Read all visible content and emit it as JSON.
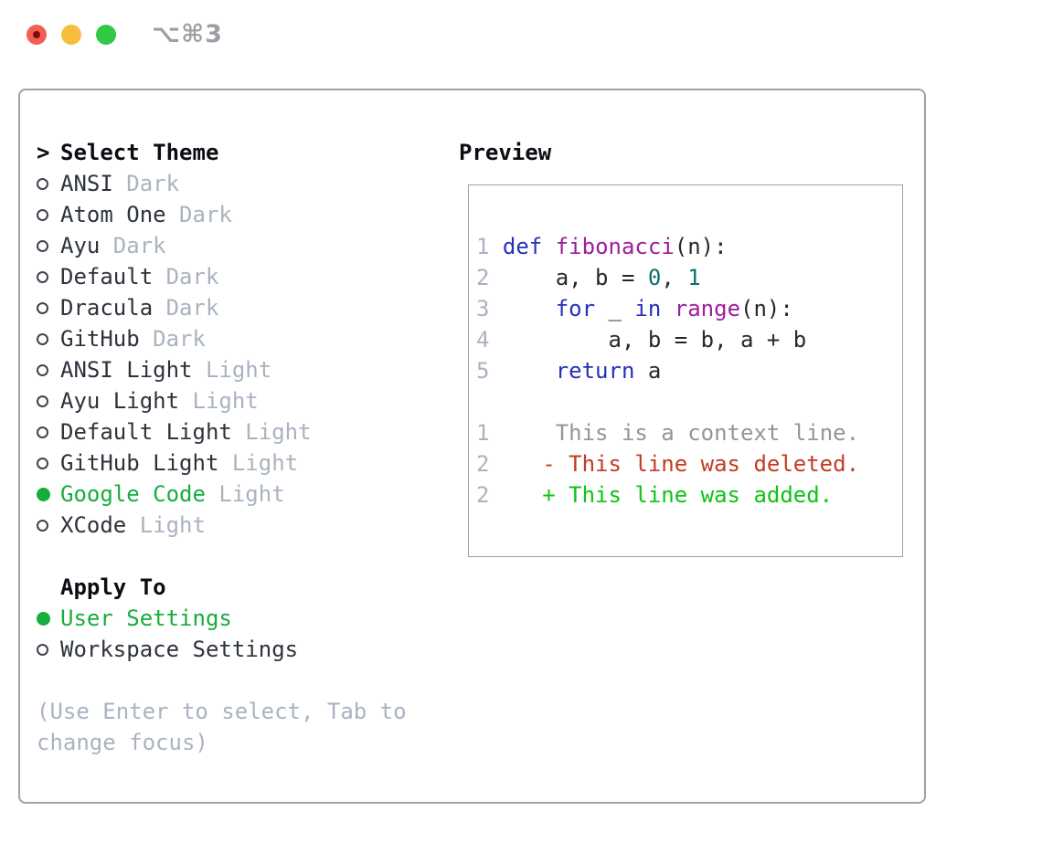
{
  "colors": {
    "window-bg": "#ffffff",
    "panel-border": "#9aa3ad",
    "text-primary": "#2d333c",
    "text-heading": "#0a0d12",
    "text-muted": "#a9b3c0",
    "radio-outline": "#3d444d",
    "selection-green": "#17ad3c",
    "diff-add-green": "#0ec414",
    "diff-del-red": "#c53b22",
    "diff-context-gray": "#8f969e",
    "code-keyword": "#2531b8",
    "code-function": "#9c1f9e",
    "code-literal": "#0e6e6e",
    "code-plain": "#24292e",
    "line-number": "#a9b3c0",
    "titlebar-text": "#9aa0a6"
  },
  "titlebar": {
    "shortcut_label": "⌥⌘3",
    "buttons": [
      {
        "name": "close",
        "color": "#f35e52",
        "dot_color": "#7e0c0c"
      },
      {
        "name": "minimize",
        "color": "#f7bd3b"
      },
      {
        "name": "zoom",
        "color": "#33c748"
      }
    ]
  },
  "theme_selector": {
    "heading_prefix": ">",
    "heading": "Select Theme",
    "themes": [
      {
        "label": "ANSI",
        "variant": "Dark",
        "selected": false
      },
      {
        "label": "Atom One",
        "variant": "Dark",
        "selected": false
      },
      {
        "label": "Ayu",
        "variant": "Dark",
        "selected": false
      },
      {
        "label": "Default",
        "variant": "Dark",
        "selected": false
      },
      {
        "label": "Dracula",
        "variant": "Dark",
        "selected": false
      },
      {
        "label": "GitHub",
        "variant": "Dark",
        "selected": false
      },
      {
        "label": "ANSI Light",
        "variant": "Light",
        "selected": false
      },
      {
        "label": "Ayu Light",
        "variant": "Light",
        "selected": false
      },
      {
        "label": "Default Light",
        "variant": "Light",
        "selected": false
      },
      {
        "label": "GitHub Light",
        "variant": "Light",
        "selected": false
      },
      {
        "label": "Google Code",
        "variant": "Light",
        "selected": true
      },
      {
        "label": "XCode",
        "variant": "Light",
        "selected": false
      }
    ],
    "apply_to": {
      "heading": "Apply To",
      "options": [
        {
          "label": "User Settings",
          "selected": true
        },
        {
          "label": "Workspace Settings",
          "selected": false
        }
      ]
    },
    "hint_lines": [
      "(Use Enter to select, Tab to",
      "change focus)"
    ]
  },
  "preview": {
    "heading": "Preview",
    "lines": [
      {
        "kind": "code",
        "segments": [
          [
            "1 ",
            "ln"
          ],
          [
            "def",
            "kw"
          ],
          [
            " ",
            "pl"
          ],
          [
            "fibonacci",
            "fn"
          ],
          [
            "(n):",
            "pl"
          ]
        ]
      },
      {
        "kind": "code",
        "segments": [
          [
            "2 ",
            "ln"
          ],
          [
            "    a, b = ",
            "pl"
          ],
          [
            "0",
            "lit"
          ],
          [
            ", ",
            "pl"
          ],
          [
            "1",
            "lit"
          ]
        ]
      },
      {
        "kind": "code",
        "segments": [
          [
            "3 ",
            "ln"
          ],
          [
            "    ",
            "pl"
          ],
          [
            "for",
            "kw"
          ],
          [
            " _ ",
            "pl"
          ],
          [
            "in",
            "kw"
          ],
          [
            " ",
            "pl"
          ],
          [
            "range",
            "fn"
          ],
          [
            "(n):",
            "pl"
          ]
        ]
      },
      {
        "kind": "code",
        "segments": [
          [
            "4 ",
            "ln"
          ],
          [
            "        a, b = b, a + b",
            "pl"
          ]
        ]
      },
      {
        "kind": "code",
        "segments": [
          [
            "5 ",
            "ln"
          ],
          [
            "    ",
            "pl"
          ],
          [
            "return",
            "kw"
          ],
          [
            " a",
            "pl"
          ]
        ]
      },
      {
        "kind": "blank",
        "segments": []
      },
      {
        "kind": "context",
        "segments": [
          [
            "1",
            "ln"
          ],
          [
            "     ",
            "pl"
          ],
          [
            "This is a context line.",
            "ctx"
          ]
        ]
      },
      {
        "kind": "deleted",
        "segments": [
          [
            "2",
            "ln"
          ],
          [
            "    ",
            "pl"
          ],
          [
            "- This line was deleted.",
            "del"
          ]
        ]
      },
      {
        "kind": "added",
        "segments": [
          [
            "2",
            "ln"
          ],
          [
            "    ",
            "pl"
          ],
          [
            "+ This line was added.",
            "add"
          ]
        ]
      }
    ]
  }
}
